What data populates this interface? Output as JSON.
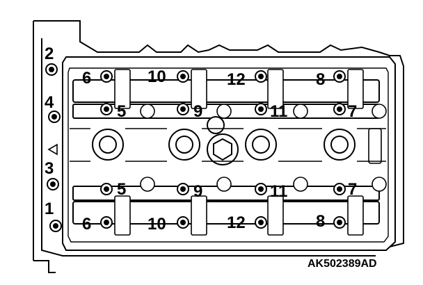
{
  "figure": {
    "reference_code": "AK502389AD"
  },
  "diagram": {
    "component": "cylinder-head",
    "bolt_labels": {
      "upper_row": [
        "6",
        "10",
        "12",
        "8"
      ],
      "upper_inner_row": [
        "5",
        "9",
        "11",
        "7"
      ],
      "lower_inner_row": [
        "5",
        "9",
        "11",
        "7"
      ],
      "lower_row": [
        "6",
        "10",
        "12",
        "8"
      ],
      "left_side": [
        "2",
        "4",
        "3",
        "1"
      ]
    },
    "colors": {
      "line": "#000000",
      "background": "#ffffff"
    }
  }
}
